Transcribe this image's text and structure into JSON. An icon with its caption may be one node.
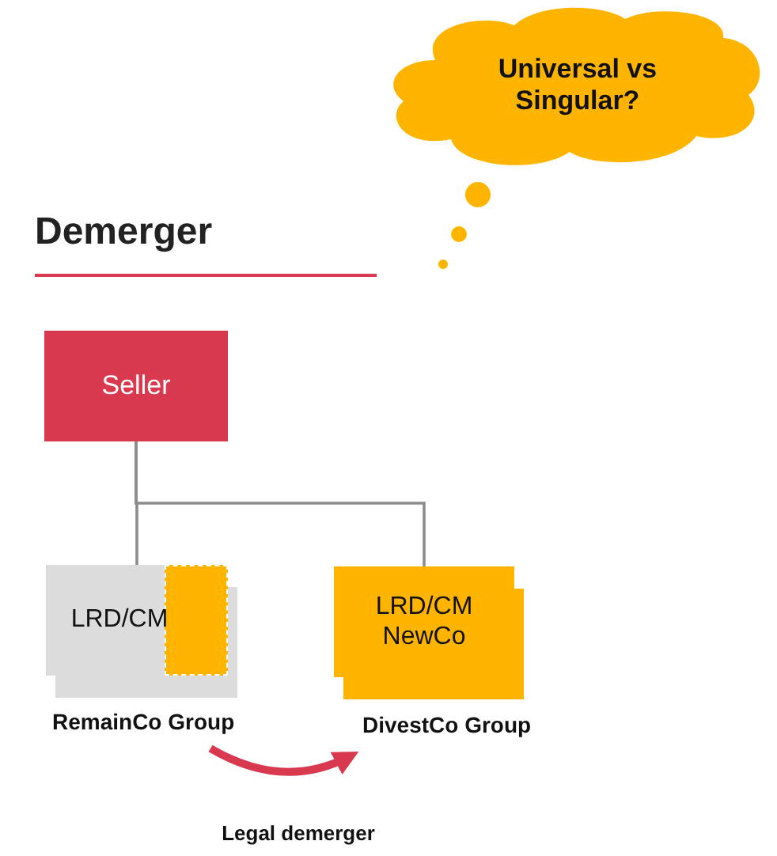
{
  "diagram": {
    "title": "Demerger",
    "nodes": [
      {
        "text": [
          "Universal vs Singular?"
        ]
      },
      {
        "text": [
          "Seller"
        ]
      },
      {
        "text": [
          "LRD/CM"
        ],
        "beside": [
          "RemainCo Group"
        ]
      },
      {
        "text": [],
        "shape": "box",
        "in": 2
      },
      {
        "text": [
          "LRD/CM NewCo"
        ],
        "beside": [
          "DivestCo Group"
        ]
      }
    ],
    "edges": [
      {
        "from": 1,
        "to": 2,
        "arrow": "none"
      },
      {
        "from": 1,
        "to": 4,
        "arrow": "none"
      },
      {
        "from": 2,
        "to": 4,
        "arrow": "to",
        "label": "Legal demerger",
        "style": "thick",
        "color": "#d9394f"
      }
    ]
  }
}
